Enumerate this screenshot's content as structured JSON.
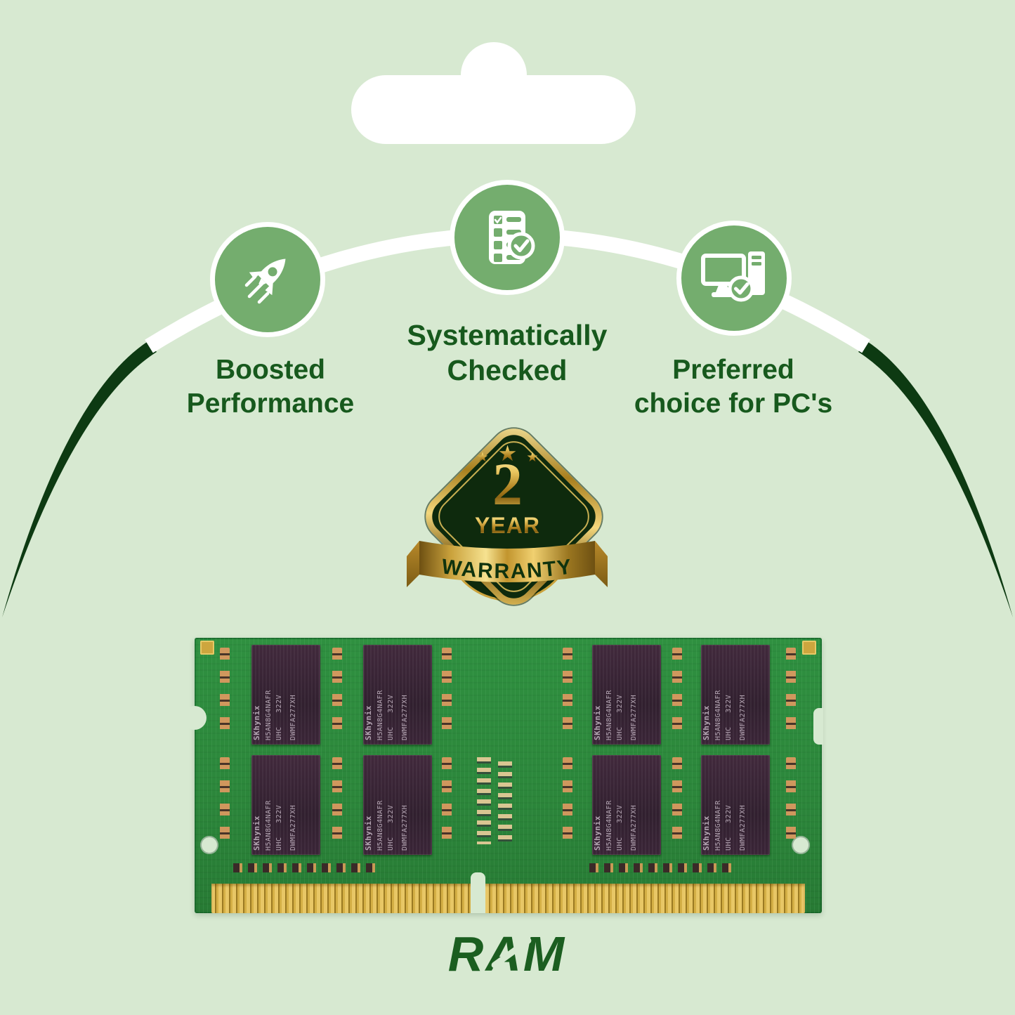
{
  "colors": {
    "background": "#d7e9d1",
    "arc_dark_green": "#0d3a12",
    "arc_white": "#ffffff",
    "icon_circle_green": "#74ad6e",
    "heading_green": "#17591d",
    "badge_interior_green": "#0e2a0d",
    "badge_gold": "#d9b34a",
    "pcb_green": "#2e8b3c",
    "pins_gold": "#d4af45",
    "logo_green": "#1b5e20"
  },
  "features": [
    {
      "icon": "rocket-icon",
      "lines": [
        "Boosted",
        "Performance"
      ]
    },
    {
      "icon": "checklist-checked-icon",
      "lines": [
        "Systematically",
        "Checked"
      ]
    },
    {
      "icon": "desktop-pc-check-icon",
      "lines": [
        "Preferred",
        "choice for PC's"
      ]
    }
  ],
  "warranty_badge": {
    "star": "★",
    "number": "2",
    "year_label": "YEAR",
    "ribbon_label": "WARRANTY"
  },
  "ram_module": {
    "chip_count": 8,
    "chip_label_lines": [
      "SKhynix",
      "H5AN8G4NAFR",
      "UHC   322V",
      "DWMFA277XH"
    ]
  },
  "brand_logo": "RAM"
}
